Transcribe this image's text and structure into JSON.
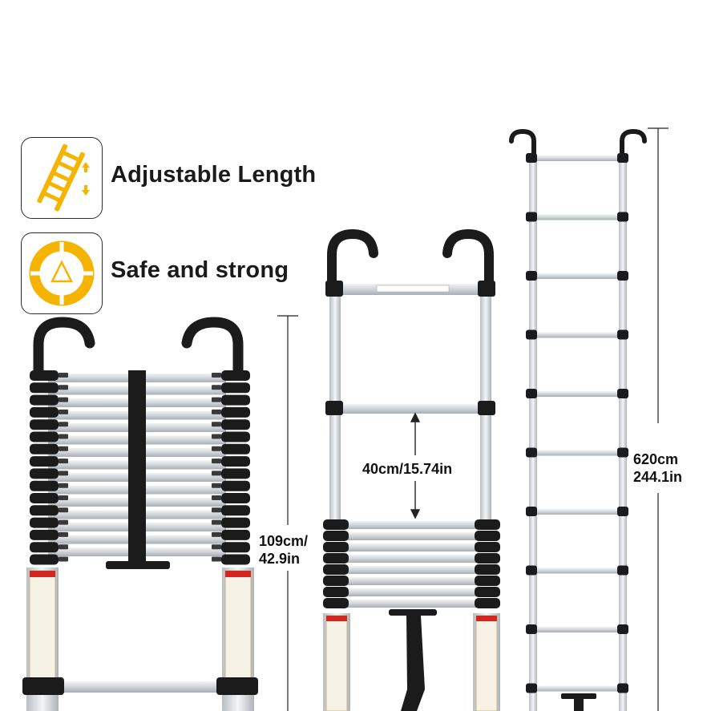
{
  "features": [
    {
      "label": "Adjustable Length",
      "icon": "ladder-icon"
    },
    {
      "label": "Safe and strong",
      "icon": "safety-ring-icon"
    }
  ],
  "dimensions": {
    "collapsed_cm": "109cm/",
    "collapsed_in": "42.9in",
    "rung_spacing": "40cm/15.74in",
    "extended_cm": "620cm",
    "extended_in": "244.1in"
  },
  "colors": {
    "accent": "#f5b400",
    "frame_black": "#1b1b1b",
    "aluminum": "#dcdfe3"
  }
}
